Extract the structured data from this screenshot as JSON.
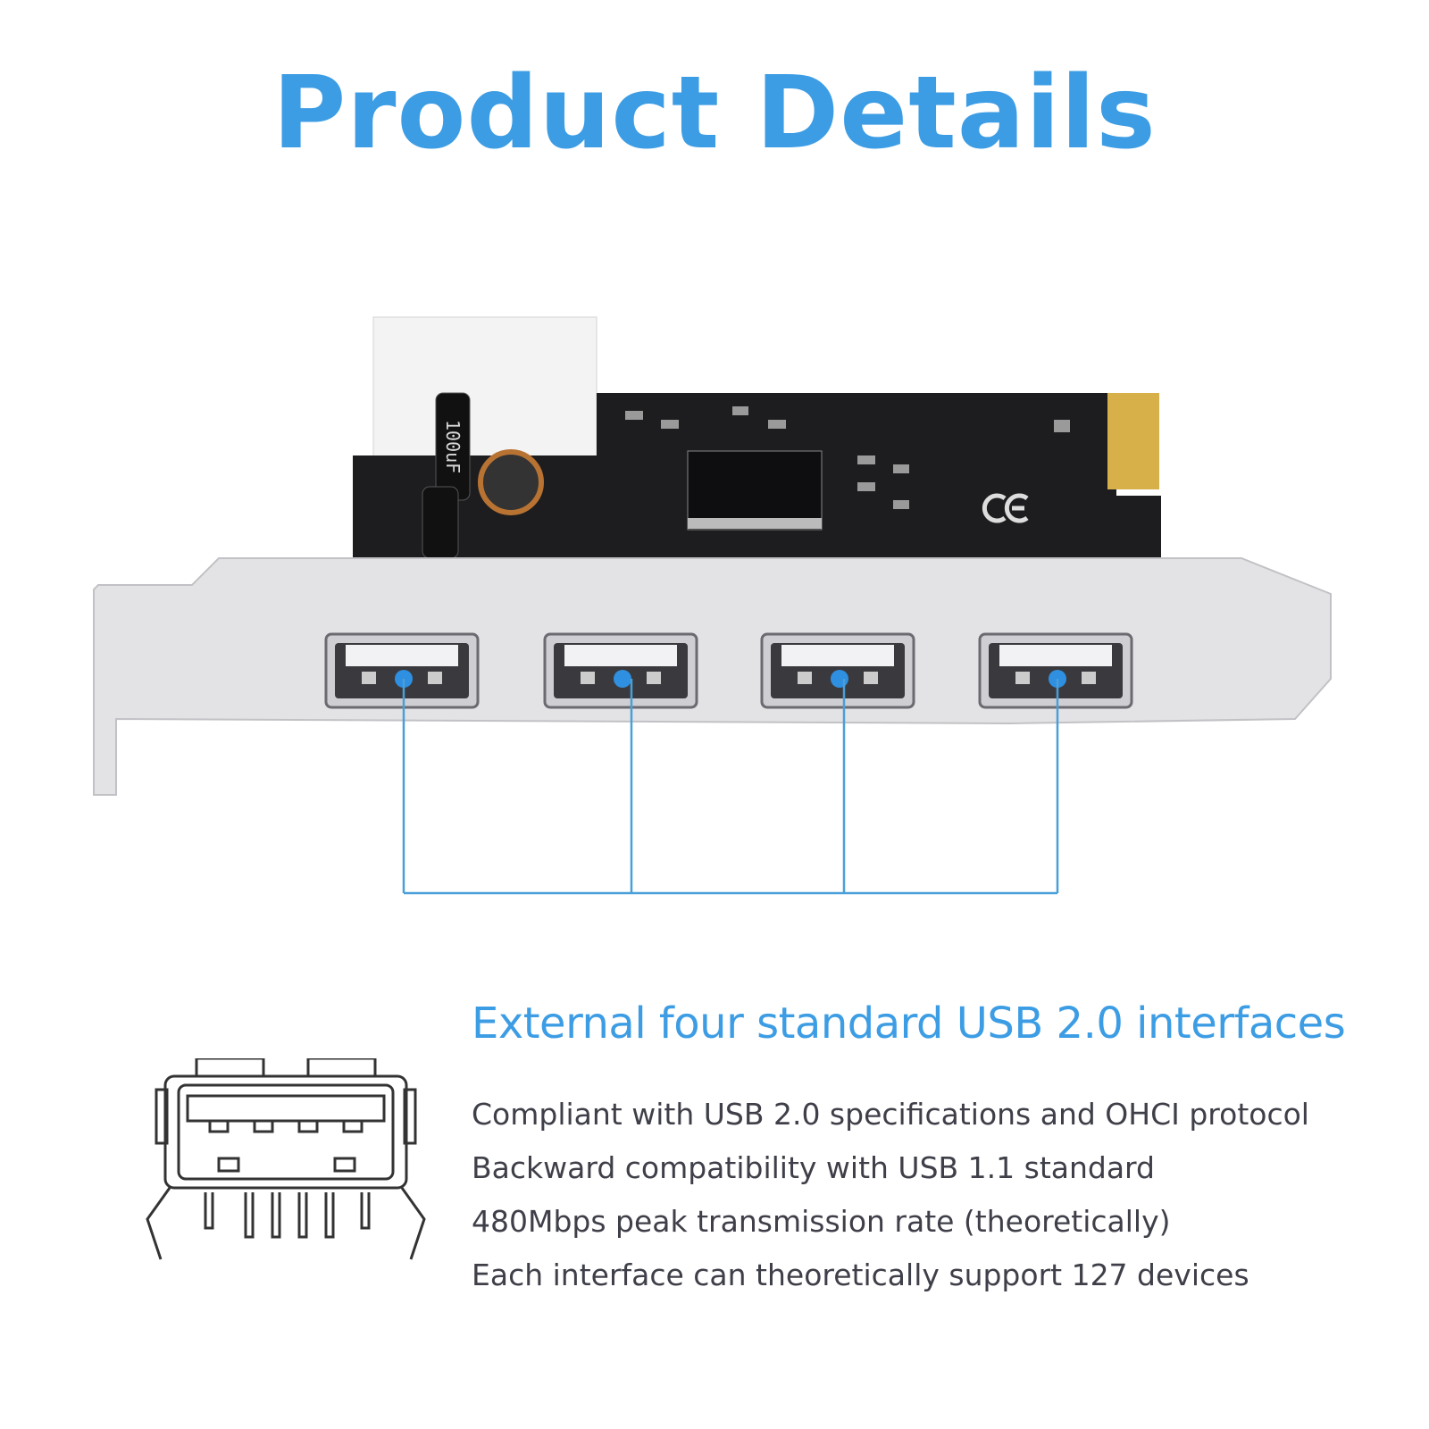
{
  "title": "Product Details",
  "product_image": {
    "capacitor_label": "100uF",
    "port_count": 4
  },
  "feature": {
    "heading": "External four standard USB 2.0 interfaces",
    "bullets": [
      "Compliant with USB 2.0 specifications and OHCI protocol",
      "Backward compatibility with USB 1.1 standard",
      "480Mbps peak transmission rate (theoretically)",
      "Each interface can theoretically support 127 devices"
    ]
  },
  "colors": {
    "accent": "#3d9de4",
    "text": "#3e3f48",
    "pcb": "#1c1c1e",
    "bracket": "#e3e3e5"
  }
}
